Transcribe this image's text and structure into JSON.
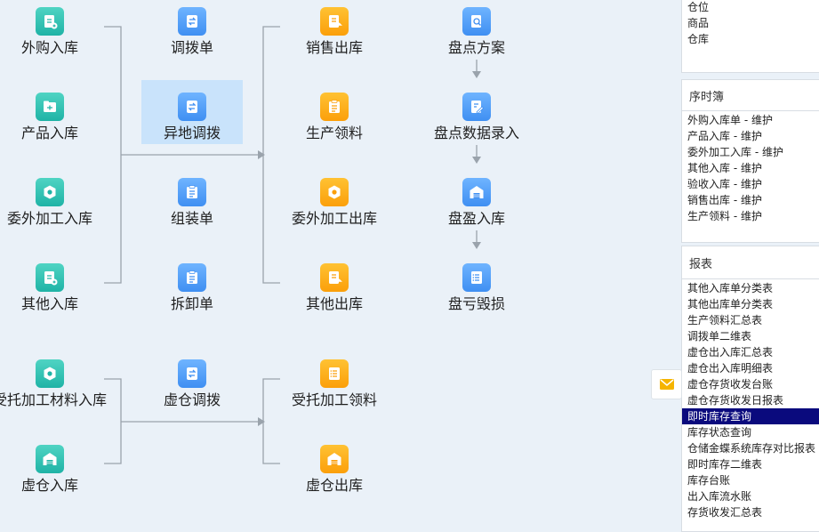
{
  "flow": {
    "nodes": [
      {
        "id": "waigou",
        "label": "外购入库",
        "color": "teal",
        "icon": "inbound-doc-icon"
      },
      {
        "id": "chanpin",
        "label": "产品入库",
        "color": "teal",
        "icon": "inbound-folder-icon"
      },
      {
        "id": "weiwai_in",
        "label": "委外加工入库",
        "color": "teal",
        "icon": "gear-box-icon"
      },
      {
        "id": "qita_in",
        "label": "其他入库",
        "color": "teal",
        "icon": "inbound-doc-icon"
      },
      {
        "id": "diaobo",
        "label": "调拨单",
        "color": "blue",
        "icon": "transfer-icon"
      },
      {
        "id": "yidi",
        "label": "异地调拨",
        "color": "blue",
        "icon": "transfer-icon"
      },
      {
        "id": "zuzhuang",
        "label": "组装单",
        "color": "blue",
        "icon": "clipboard-icon"
      },
      {
        "id": "chaixie",
        "label": "拆卸单",
        "color": "blue",
        "icon": "clipboard-icon"
      },
      {
        "id": "xiaoshou",
        "label": "销售出库",
        "color": "orange",
        "icon": "outbound-doc-icon"
      },
      {
        "id": "shengchan",
        "label": "生产领料",
        "color": "orange",
        "icon": "clipboard-icon"
      },
      {
        "id": "weiwai_out",
        "label": "委外加工出库",
        "color": "orange",
        "icon": "gear-box-icon"
      },
      {
        "id": "qita_out",
        "label": "其他出库",
        "color": "orange",
        "icon": "outbound-doc-icon"
      },
      {
        "id": "pandian_fa",
        "label": "盘点方案",
        "color": "blue",
        "icon": "search-doc-icon"
      },
      {
        "id": "pandian_lu",
        "label": "盘点数据录入",
        "color": "blue",
        "icon": "edit-doc-icon"
      },
      {
        "id": "panying",
        "label": "盘盈入库",
        "color": "blue",
        "icon": "warehouse-icon"
      },
      {
        "id": "pankui",
        "label": "盘亏毁损",
        "color": "blue",
        "icon": "list-doc-icon"
      },
      {
        "id": "shoutuo_in",
        "label": "受托加工材料入库",
        "color": "teal",
        "icon": "gear-box-icon"
      },
      {
        "id": "xucang_in",
        "label": "虚仓入库",
        "color": "teal",
        "icon": "warehouse-icon"
      },
      {
        "id": "xucang_db",
        "label": "虚仓调拨",
        "color": "blue",
        "icon": "transfer-icon"
      },
      {
        "id": "shoutuo_ll",
        "label": "受托加工领料",
        "color": "orange",
        "icon": "list-doc-icon"
      },
      {
        "id": "xucang_out",
        "label": "虚仓出库",
        "color": "orange",
        "icon": "warehouse-icon"
      }
    ]
  },
  "panels": {
    "top": {
      "items": [
        "仓位",
        "商品",
        "仓库"
      ]
    },
    "sequence": {
      "title": "序时簿",
      "items": [
        "外购入库单 - 维护",
        "产品入库 - 维护",
        "委外加工入库 - 维护",
        "其他入库 - 维护",
        "验收入库 - 维护",
        "销售出库 - 维护",
        "生产领料 - 维护"
      ]
    },
    "reports": {
      "title": "报表",
      "items": [
        "其他入库单分类表",
        "其他出库单分类表",
        "生产领料汇总表",
        "调拨单二维表",
        "虚仓出入库汇总表",
        "虚仓出入库明细表",
        "虚仓存货收发台账",
        "虚仓存货收发日报表",
        "即时库存查询",
        "库存状态查询",
        "仓储金蝶系统库存对比报表",
        "即时库存二维表",
        "库存台账",
        "出入库流水账",
        "存货收发汇总表"
      ],
      "selected": 8
    }
  },
  "colors": {
    "teal": "#1fb3a6",
    "blue": "#3f8ff2",
    "orange": "#fb9f0a",
    "selected": "#0a0a7d"
  }
}
